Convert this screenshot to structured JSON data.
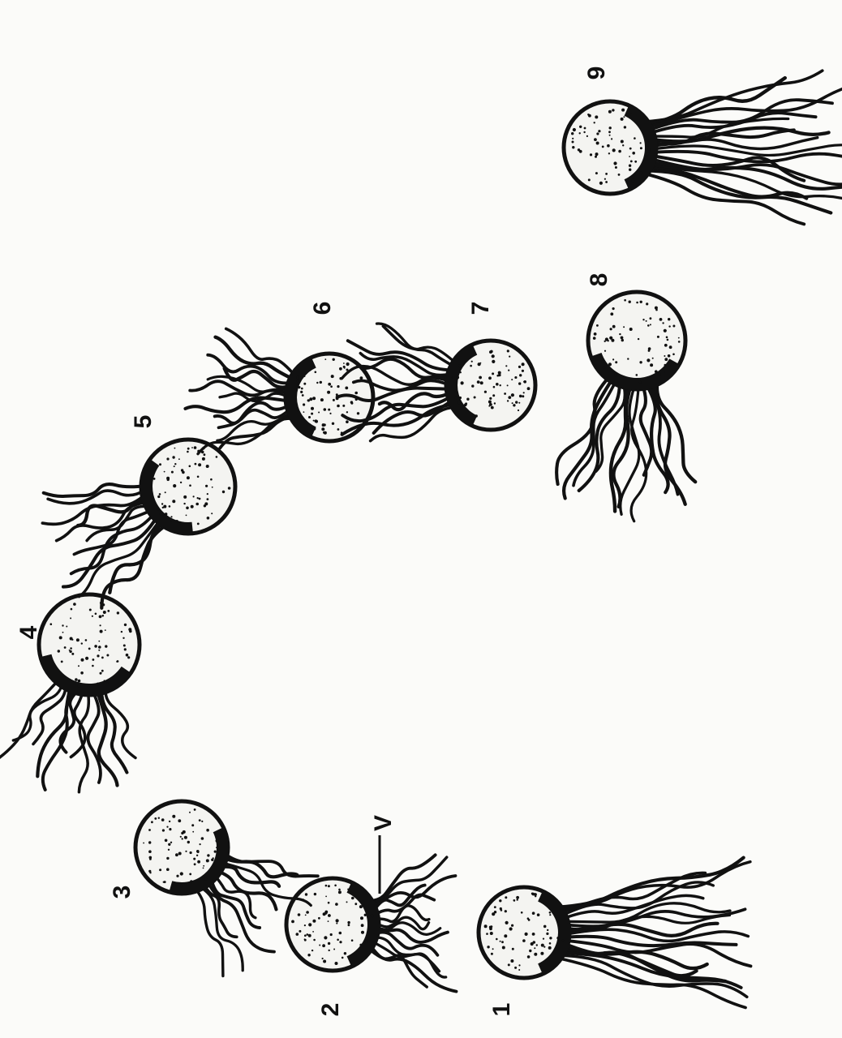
{
  "figure": {
    "ink_color": "#111111",
    "body_fill": "#f4f4f1",
    "background": "#fbfbf9",
    "stages": [
      {
        "label": "1"
      },
      {
        "label": "2"
      },
      {
        "label": "3"
      },
      {
        "label": "4"
      },
      {
        "label": "5"
      },
      {
        "label": "6"
      },
      {
        "label": "7"
      },
      {
        "label": "8"
      },
      {
        "label": "9"
      }
    ],
    "marker": {
      "label": "V"
    }
  }
}
